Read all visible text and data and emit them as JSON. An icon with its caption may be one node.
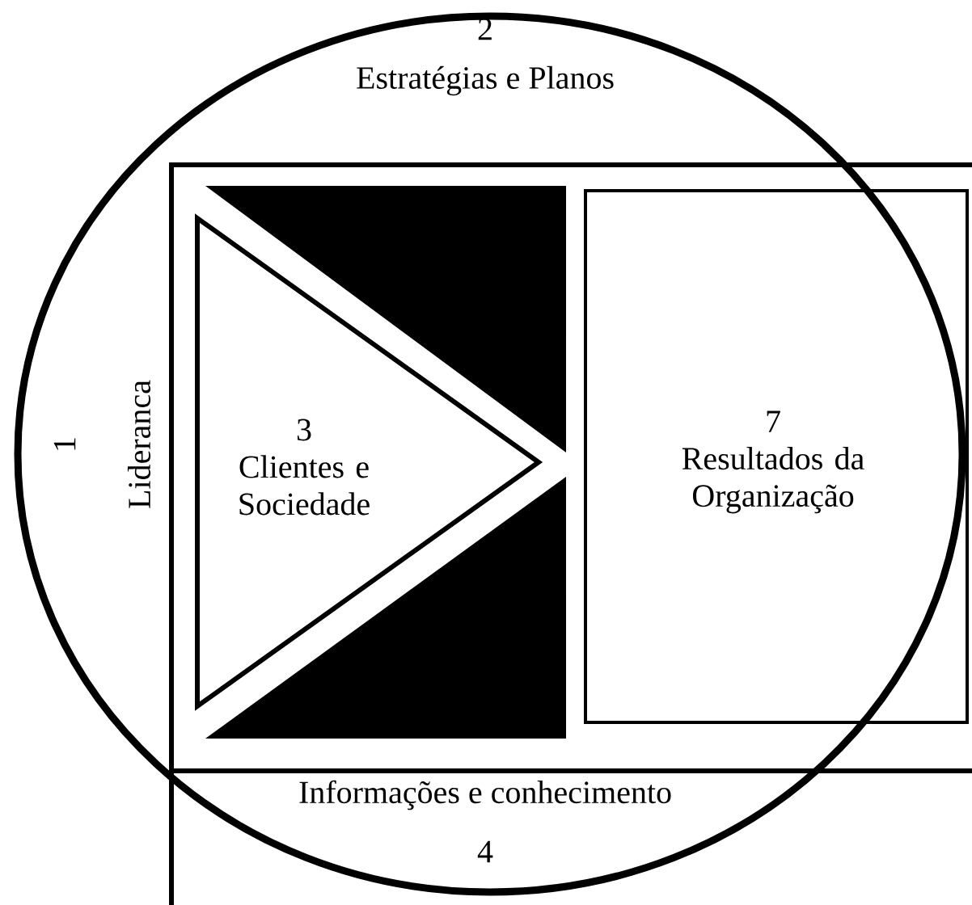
{
  "diagram": {
    "nodes": [
      {
        "text": [],
        "shape": "circle"
      },
      {
        "text": [
          "3",
          "Clientes e Sociedade"
        ],
        "in": 0
      },
      {
        "text": [],
        "shape": "triangle",
        "in": 0
      },
      {
        "text": [],
        "shape": "triangle",
        "in": 0
      },
      {
        "text": [
          "7",
          "Resultados da Organização"
        ],
        "in": 0
      }
    ],
    "labels": [
      "2",
      "Estratégias e Planos",
      "1",
      "Lideranca",
      "Informações e conhecimento",
      "4"
    ]
  }
}
